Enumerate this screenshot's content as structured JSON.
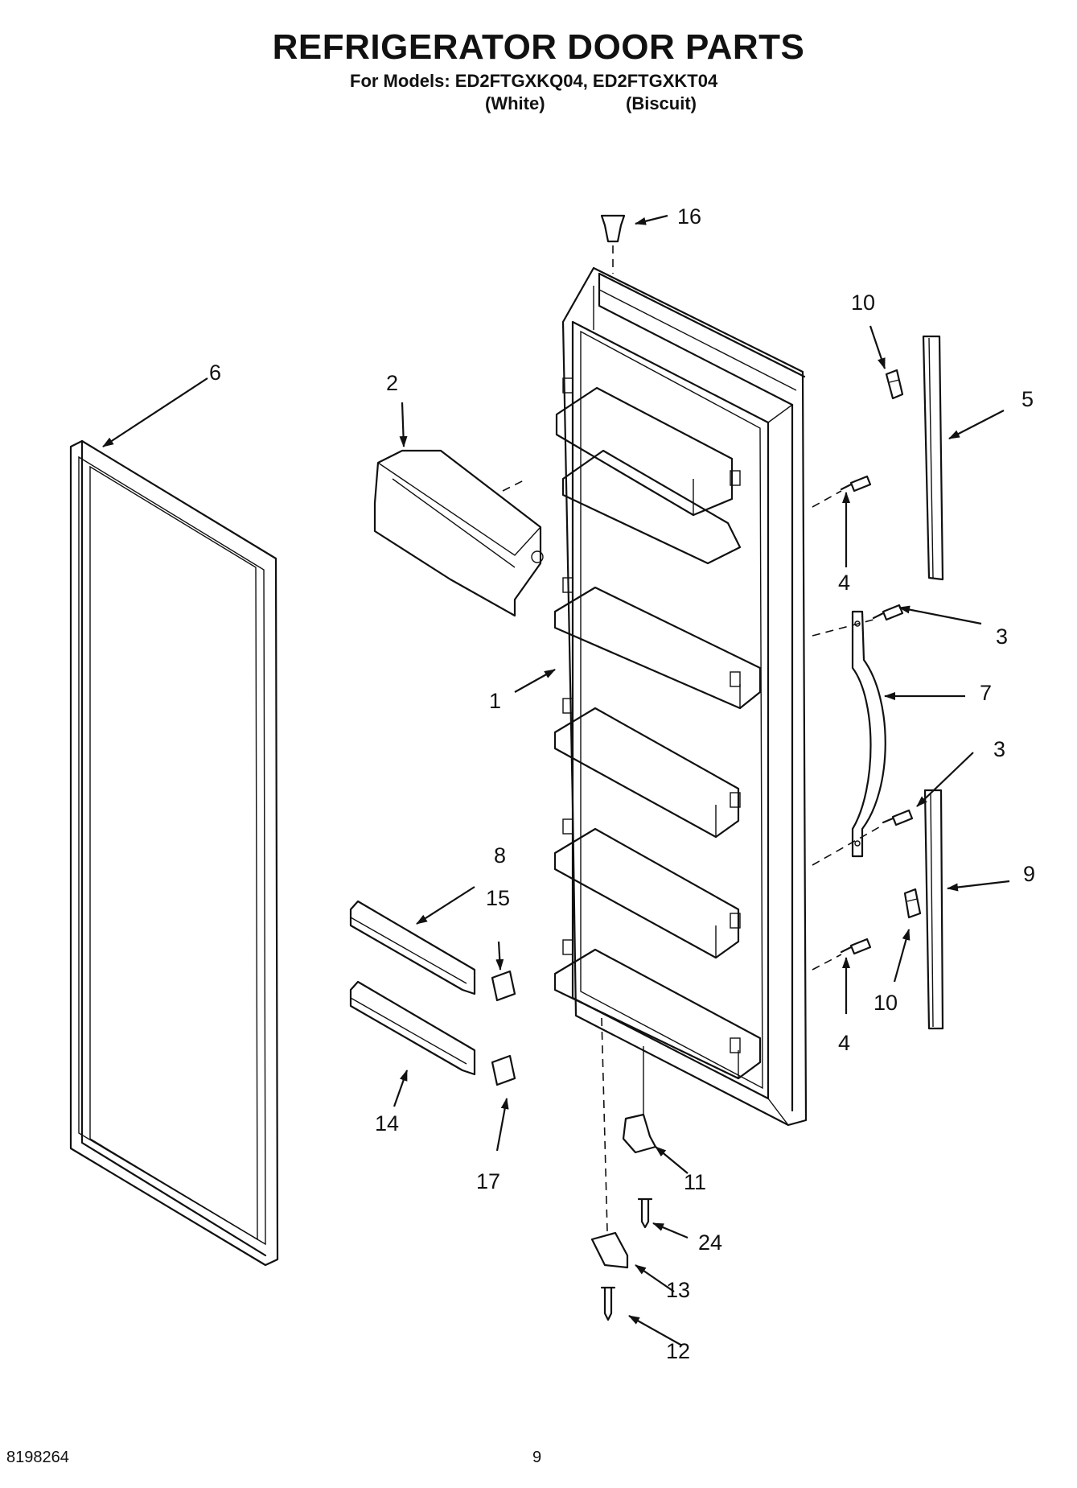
{
  "title": "REFRIGERATOR DOOR PARTS",
  "models_line": "For Models: ED2FTGXKQ04, ED2FTGXKT04",
  "variants": [
    "(White)",
    "(Biscuit)"
  ],
  "footer": {
    "doc_number": "8198264",
    "page_number": "9"
  },
  "callouts": {
    "c1": "1",
    "c2": "2",
    "c3a": "3",
    "c3b": "3",
    "c4a": "4",
    "c4b": "4",
    "c5": "5",
    "c6": "6",
    "c7": "7",
    "c8": "8",
    "c9": "9",
    "c10a": "10",
    "c10b": "10",
    "c11": "11",
    "c12": "12",
    "c13": "13",
    "c14": "14",
    "c15": "15",
    "c16": "16",
    "c17": "17",
    "c24": "24"
  }
}
